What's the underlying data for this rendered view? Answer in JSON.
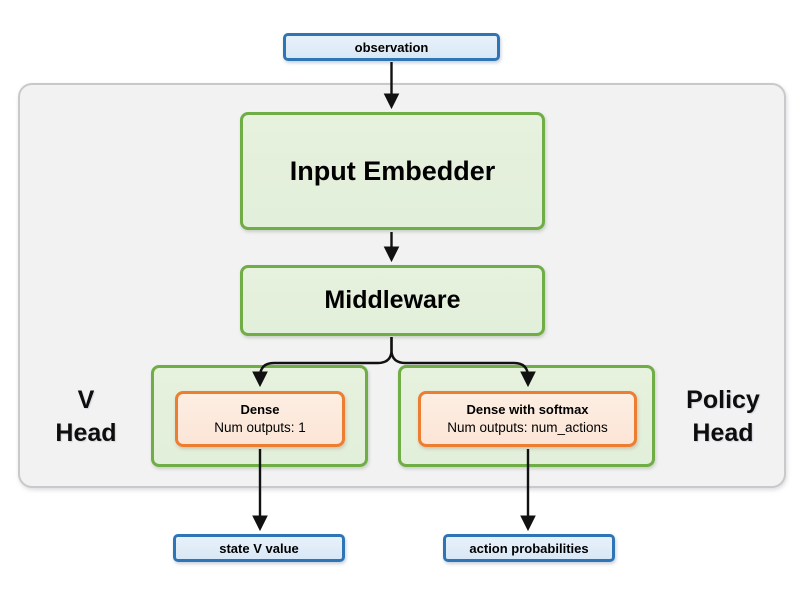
{
  "diagram": {
    "input": {
      "observation": "observation"
    },
    "network": {
      "input_embedder": "Input Embedder",
      "middleware": "Middleware",
      "v_head": {
        "label_line1": "V",
        "label_line2": "Head",
        "dense_title": "Dense",
        "dense_subtitle": "Num outputs: 1"
      },
      "policy_head": {
        "label_line1": "Policy",
        "label_line2": "Head",
        "dense_title": "Dense with softmax",
        "dense_subtitle": "Num outputs: num_actions"
      }
    },
    "outputs": {
      "state_v_value": "state V value",
      "action_probabilities": "action probabilities"
    },
    "colors": {
      "blue_border": "#2e75b6",
      "blue_fill": "#d9e8f6",
      "green_border": "#70ad47",
      "green_fill": "#e2efda",
      "orange_border": "#ed7d31",
      "orange_fill": "#fbe5d7",
      "container_fill": "#f2f2f2",
      "container_border": "#c9c9c9",
      "arrow": "#111111"
    }
  }
}
